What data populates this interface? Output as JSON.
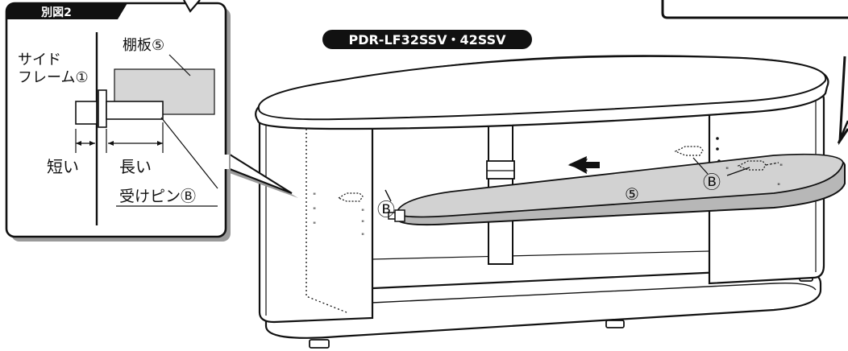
{
  "inset": {
    "tab_label": "別図2",
    "side_frame_line1": "サイド",
    "side_frame_line2": "フレーム①",
    "shelf_label": "棚板⑤",
    "short_label": "短い",
    "long_label": "長い",
    "pin_label": "受けピンⒷ"
  },
  "model_label": "PDR-LF32SSV・42SSV",
  "callouts": {
    "pin_left": "Ⓑ",
    "pin_right": "Ⓑ",
    "shelf_number": "⑤"
  },
  "colors": {
    "ink": "#111111",
    "shelf_fill": "#cfcfcf",
    "inset_shelf_fill": "#d6d6d6",
    "paper": "#ffffff",
    "shadow": "#9a9a9a"
  }
}
